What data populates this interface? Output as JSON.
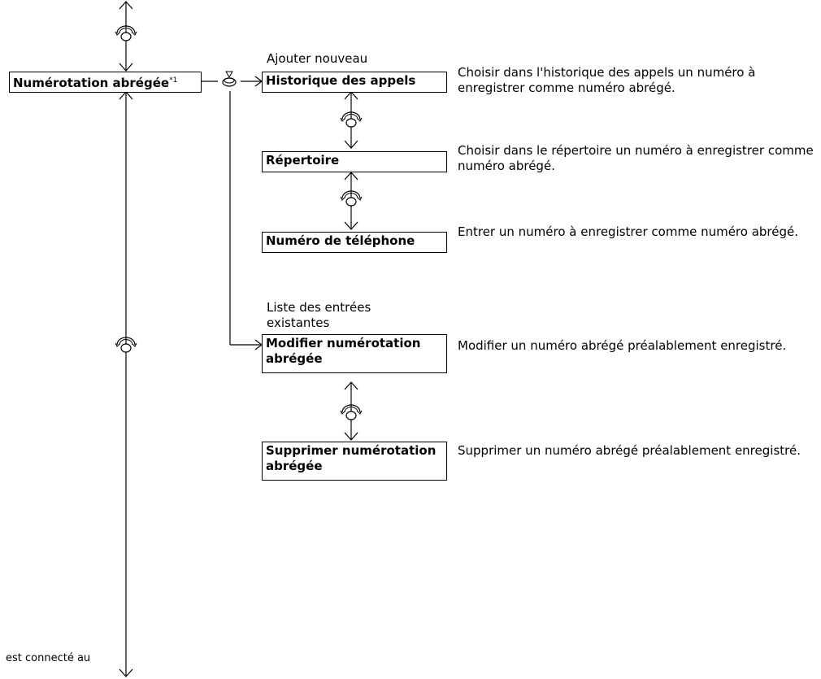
{
  "root": {
    "label": "Numérotation abrégée",
    "note_marker": "*1"
  },
  "groups": {
    "add_new": "Ajouter nouveau",
    "existing": "Liste des entrées existantes"
  },
  "items": [
    {
      "label": "Historique des appels",
      "desc": "Choisir dans l'historique des appels un numéro à enregistrer comme numéro abrégé."
    },
    {
      "label": "Répertoire",
      "desc": "Choisir dans le répertoire un numéro à enregistrer comme numéro abrégé."
    },
    {
      "label": "Numéro de téléphone",
      "desc": "Entrer un numéro à enregistrer comme numéro abrégé."
    },
    {
      "label": "Modifier numérotation abrégée",
      "desc": "Modifier un numéro abrégé préalablement enregistré."
    },
    {
      "label": "Supprimer numérotation abrégée",
      "desc": "Supprimer un numéro abrégé préalablement enregistré."
    }
  ],
  "footer_fragment": "est connecté au",
  "icons": {
    "rotate": "rotate-knob-icon",
    "press": "press-knob-icon"
  }
}
